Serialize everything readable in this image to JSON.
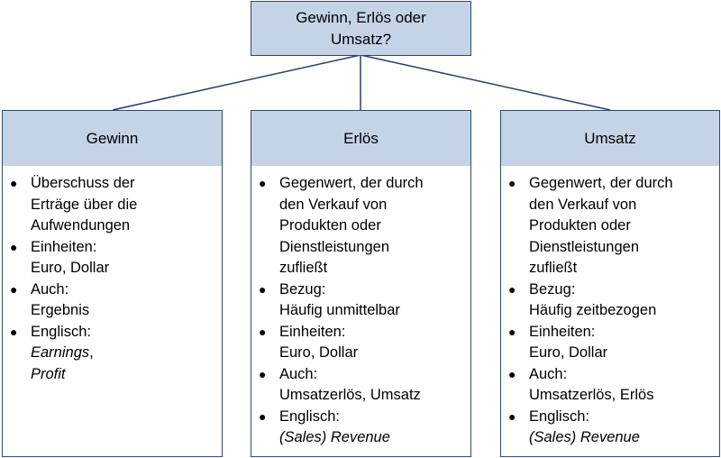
{
  "diagram": {
    "root": {
      "label_line1": "Gewinn, Erlös oder",
      "label_line2": "Umsatz?"
    },
    "colors": {
      "header_fill": "#c5d3e6",
      "border": "#2e4a70",
      "connector": "#1f3f6e"
    },
    "columns": [
      {
        "title": "Gewinn",
        "items": [
          {
            "lines": [
              "Überschuss der",
              "Erträge über die",
              "Aufwendungen"
            ]
          },
          {
            "lines": [
              "Einheiten:",
              "Euro, Dollar"
            ]
          },
          {
            "lines": [
              "Auch:",
              "Ergebnis"
            ]
          },
          {
            "lines": [
              "Englisch:",
              "Earnings",
              "Profit"
            ],
            "trail": ","
          }
        ]
      },
      {
        "title": "Erlös",
        "items": [
          {
            "lines": [
              "Gegenwert, der durch",
              "den Verkauf von",
              "Produkten oder",
              "Dienstleistungen",
              "zufließt"
            ]
          },
          {
            "lines": [
              "Bezug:",
              "Häufig unmittelbar"
            ]
          },
          {
            "lines": [
              "Einheiten:",
              "Euro, Dollar"
            ]
          },
          {
            "lines": [
              "Auch:",
              "Umsatzerlös, Umsatz"
            ]
          },
          {
            "lines": [
              "Englisch:",
              "(Sales) Revenue"
            ]
          }
        ]
      },
      {
        "title": "Umsatz",
        "items": [
          {
            "lines": [
              "Gegenwert, der durch",
              "den Verkauf von",
              "Produkten oder",
              "Dienstleistungen",
              "zufließt"
            ]
          },
          {
            "lines": [
              "Bezug:",
              "Häufig zeitbezogen"
            ]
          },
          {
            "lines": [
              "Einheiten:",
              "Euro, Dollar"
            ]
          },
          {
            "lines": [
              "Auch:",
              "Umsatzerlös, Erlös"
            ]
          },
          {
            "lines": [
              "Englisch:",
              "(Sales) Revenue"
            ]
          }
        ]
      }
    ],
    "bullet": "●"
  }
}
